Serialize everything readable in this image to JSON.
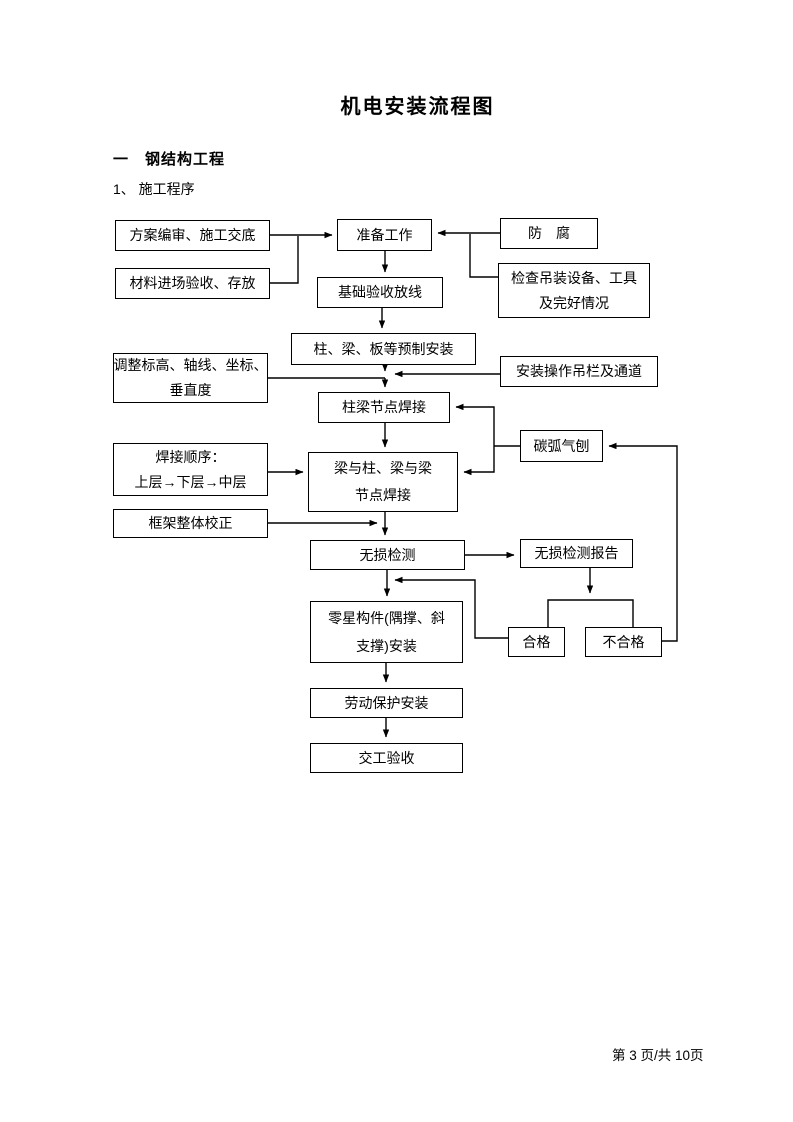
{
  "page": {
    "title": "机电安装流程图",
    "section_heading": "一　钢结构工程",
    "step_heading": "1、 施工程序",
    "footer": "第 3 页/共 10页"
  },
  "colors": {
    "line": "#000000",
    "background": "#ffffff",
    "text": "#000000"
  },
  "flowchart": {
    "nodes": {
      "plan_review": {
        "label": "方案编审、施工交底"
      },
      "material_intake": {
        "label": "材料进场验收、存放"
      },
      "prep_work": {
        "label": "准备工作"
      },
      "anti_corrosion": {
        "label": "防　腐"
      },
      "equipment_check": {
        "line1": "检查吊装设备、工具",
        "line2": "及完好情况"
      },
      "foundation_layout": {
        "label": "基础验收放线"
      },
      "prefab_install": {
        "label": "柱、梁、板等预制安装"
      },
      "adjust_position": {
        "line1": "调整标高、轴线、坐标、",
        "line2": "垂直度"
      },
      "work_platform": {
        "label": "安装操作吊栏及通道"
      },
      "column_beam_weld": {
        "label": "柱梁节点焊接"
      },
      "weld_sequence": {
        "line1": "焊接顺序：",
        "line2": "上层→下层→中层"
      },
      "beam_joint_weld": {
        "line1": "梁与柱、梁与梁",
        "line2": "节点焊接"
      },
      "carbon_arc_gouging": {
        "label": "碳弧气刨"
      },
      "frame_correction": {
        "label": "框架整体校正"
      },
      "ndt": {
        "label": "无损检测"
      },
      "ndt_report": {
        "label": "无损检测报告"
      },
      "qualified": {
        "label": "合格"
      },
      "unqualified": {
        "label": "不合格"
      },
      "misc_members": {
        "line1": "零星构件(隅撑、斜",
        "line2": "支撑)安装"
      },
      "labor_protection": {
        "label": "劳动保护安装"
      },
      "handover_acceptance": {
        "label": "交工验收"
      }
    }
  }
}
